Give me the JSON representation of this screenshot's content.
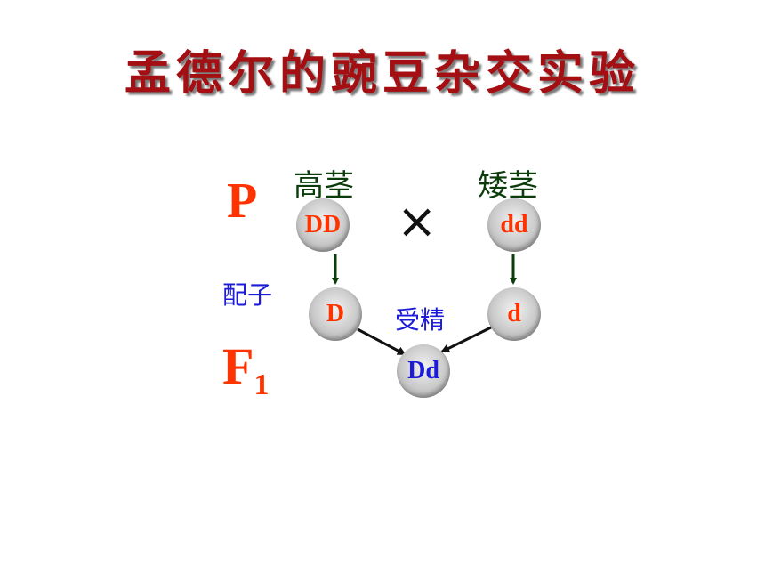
{
  "title": "孟德尔的豌豆杂交实验",
  "labels": {
    "generation_p": "P",
    "generation_f1": "F",
    "generation_f1_sub": "1",
    "tall_stem": "高茎",
    "dwarf_stem": "矮茎",
    "cross_symbol": "×",
    "gametes": "配子",
    "fertilization": "受精"
  },
  "genotypes": {
    "parent_tall": "DD",
    "parent_dwarf": "dd",
    "gamete_tall": "D",
    "gamete_dwarf": "d",
    "offspring": "Dd"
  },
  "colors": {
    "title": "#a30f12",
    "generation": "#ff3300",
    "phenotype": "#0b3d0b",
    "annotation": "#1b1bd8",
    "arrow_down": "#0b3d0b",
    "arrow_fert": "#111111"
  }
}
